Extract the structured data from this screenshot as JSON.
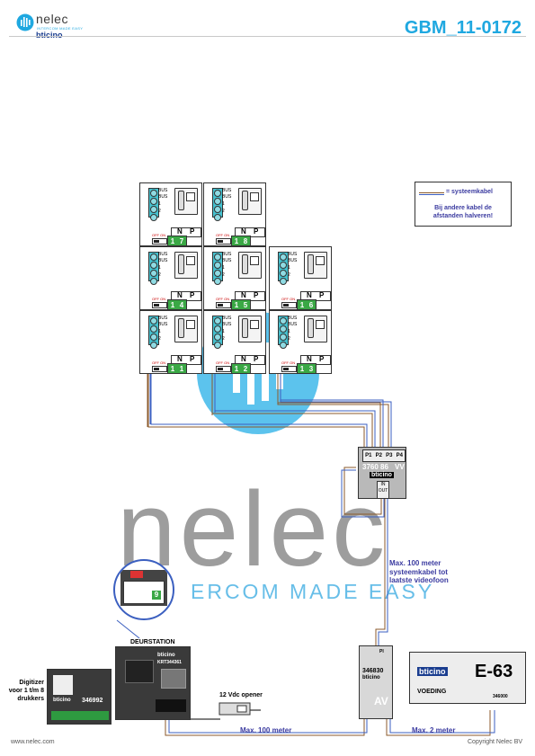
{
  "header": {
    "doc_code": "GBM_11-0172",
    "logo_name": "nelec",
    "logo_tag": "INTERCOM MADE EASY",
    "logo_brand": "bticino"
  },
  "footer": {
    "website": "www.nelec.com",
    "copyright": "Copyright Nelec BV"
  },
  "watermark": {
    "name": "nelec",
    "tagline": "ERCOM MADE EASY"
  },
  "legend": {
    "key_text": "= systeemkabel",
    "note": "Bij andere kabel de afstanden halveren!"
  },
  "monitor_labels": {
    "terminals": [
      "BUS",
      "BUS",
      "1",
      "2"
    ],
    "off_on": "OFF ON",
    "n": "N",
    "p": "P"
  },
  "monitors": [
    {
      "addr": [
        "1",
        "7"
      ]
    },
    {
      "addr": [
        "1",
        "8"
      ]
    },
    {
      "addr": [
        "1",
        "4"
      ]
    },
    {
      "addr": [
        "1",
        "5"
      ]
    },
    {
      "addr": [
        "1",
        "6"
      ]
    },
    {
      "addr": [
        "1",
        "1"
      ]
    },
    {
      "addr": [
        "1",
        "2"
      ]
    },
    {
      "addr": [
        "1",
        "3"
      ]
    }
  ],
  "distributor": {
    "ports": [
      "P1",
      "P2",
      "P3",
      "P4"
    ],
    "model": "3760 86",
    "brand": "bticino",
    "in": "IN",
    "out": "OUT",
    "marks": "VV"
  },
  "annotations": {
    "max100_videofoon": "Max. 100 meter systeemkabel tot laatste videofoon",
    "max100": "Max. 100 meter",
    "max2": "Max. 2 meter",
    "opener": "12 Vdc opener"
  },
  "deurstation": {
    "title": "DEURSTATION",
    "brand": "bticino",
    "model": "KRT344361"
  },
  "digitizer": {
    "label": "Digitizer voor 1 t/m 8 drukkers",
    "brand": "bticino",
    "model": "346992"
  },
  "av_module": {
    "model": "346830",
    "brand": "bticino",
    "pi": "PI",
    "av": "AV"
  },
  "power_supply": {
    "brand": "bticino",
    "code": "E-63",
    "label": "VOEDING",
    "model": "346000"
  },
  "zoom": {
    "digit": "9"
  }
}
